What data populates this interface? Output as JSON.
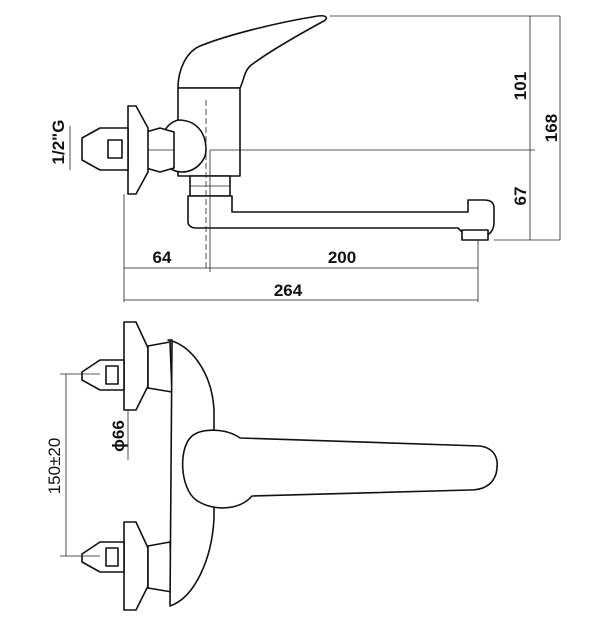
{
  "dimensions": {
    "height_upper": "101",
    "height_total": "168",
    "height_lower": "67",
    "thread": "1/2\"G",
    "offset_left": "64",
    "spout_reach": "200",
    "total_length": "264",
    "inlet_spacing": "150±20",
    "cover_diameter": "ϕ66"
  }
}
